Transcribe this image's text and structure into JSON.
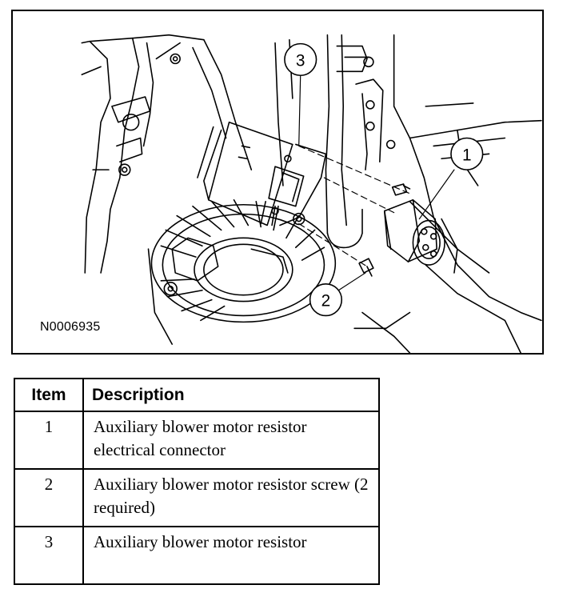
{
  "figure": {
    "id_label": "N0006935",
    "callouts": [
      {
        "number": "1"
      },
      {
        "number": "2"
      },
      {
        "number": "3"
      }
    ]
  },
  "legend": {
    "headers": {
      "item": "Item",
      "description": "Description"
    },
    "rows": [
      {
        "item": "1",
        "description": "Auxiliary blower motor resistor electrical connector"
      },
      {
        "item": "2",
        "description": "Auxiliary blower motor resistor screw (2 required)"
      },
      {
        "item": "3",
        "description": "Auxiliary blower motor resistor"
      }
    ]
  }
}
